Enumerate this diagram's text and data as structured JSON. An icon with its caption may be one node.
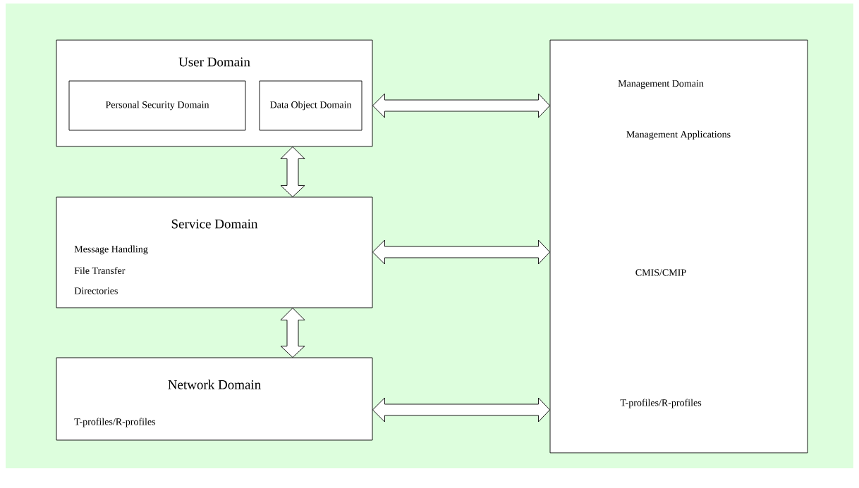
{
  "diagram": {
    "nodes": [
      {
        "text": [
          "User Domain"
        ]
      },
      {
        "text": [
          "Personal Security Domain"
        ],
        "in": 0
      },
      {
        "text": [
          "Data Object Domain"
        ],
        "in": 0
      },
      {
        "text": [
          "Service Domain",
          "Message Handling",
          "File Transfer",
          "Directories"
        ]
      },
      {
        "text": [
          "Network Domain",
          "T-profiles/R-profiles"
        ]
      },
      {
        "text": [
          "Management Domain",
          "Management Applications",
          "CMIS/CMIP",
          "T-profiles/R-profiles"
        ]
      }
    ],
    "edges": [
      {
        "from": 0,
        "to": 3,
        "arrow": "both"
      },
      {
        "from": 3,
        "to": 4,
        "arrow": "both"
      },
      {
        "from": 0,
        "to": 5,
        "arrow": "both"
      },
      {
        "from": 3,
        "to": 5,
        "arrow": "both"
      },
      {
        "from": 4,
        "to": 5,
        "arrow": "both"
      }
    ]
  }
}
